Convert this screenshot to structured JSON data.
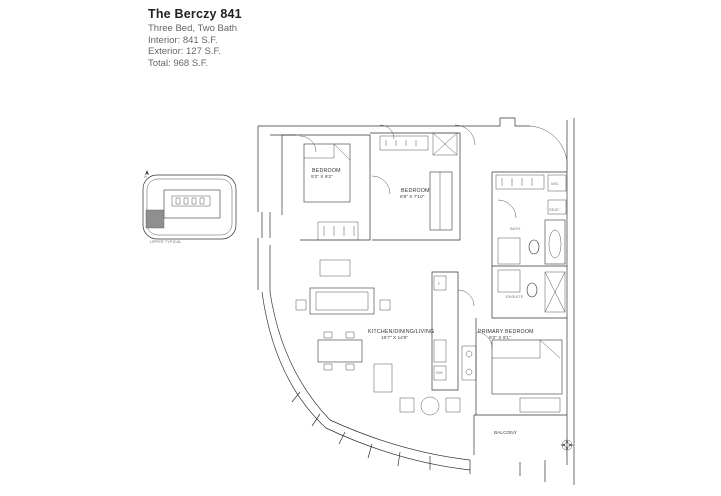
{
  "header": {
    "title": "The Berczy 841",
    "description": "Three Bed, Two Bath",
    "interior": "Interior: 841 S.F.",
    "exterior": "Exterior: 127 S.F.",
    "total": "Total: 968 S.F."
  },
  "keyplan": {
    "label": "UPPER TYPICAL",
    "north": "N"
  },
  "rooms": {
    "bedroom1": {
      "name": "BEDROOM",
      "dims": "9'2\" X 9'2\""
    },
    "bedroom2": {
      "name": "BEDROOM",
      "dims": "8'9\" X 7'10\""
    },
    "wic": "WIC",
    "seat": "SEAT",
    "bath": "BATH",
    "ensuite": "ENSUITE",
    "kitchen": {
      "name": "KITCHEN/DINING/LIVING",
      "dims": "16'7\" X 14'6\""
    },
    "primary": {
      "name": "PRIMARY BEDROOM",
      "dims": "9'2\" X 9'1\""
    },
    "fridge": "F",
    "dishwasher": "DW",
    "balcony": "BALCONY"
  }
}
